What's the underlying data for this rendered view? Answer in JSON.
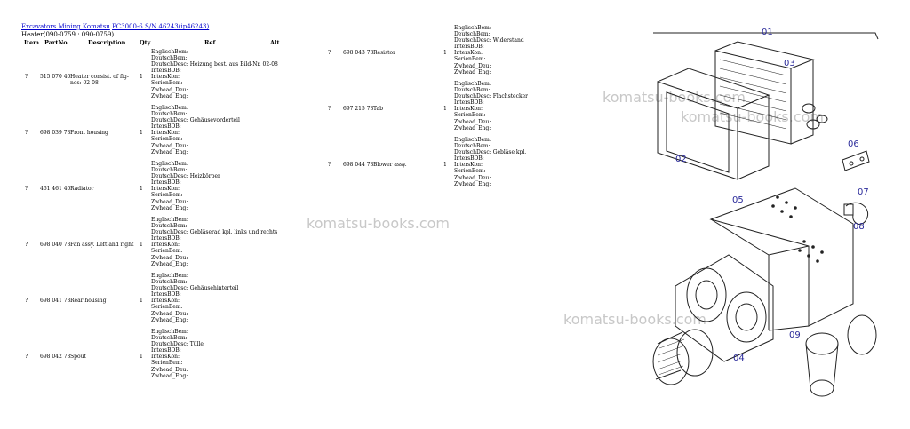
{
  "breadcrumb": {
    "part1": "Excavators Mining Komatsu",
    "part2": "PC3000-6 S/N 46243(ip46243)"
  },
  "subtitle": "Heater(090-0759 : 090-0759)",
  "headers": {
    "item": "Item",
    "partno": "PartNo",
    "description": "Description",
    "qty": "Qty",
    "ref": "Ref",
    "alt": "Alt"
  },
  "ref_labels": {
    "englisch": "EnglischBem:",
    "deutsch": "DeutschBem:",
    "desc": "DeutschDesc:",
    "intersbdb": "IntersBDB:",
    "interskon": "IntersKon:",
    "serien": "SerienBem:",
    "zdeu": "Zwhead_Deu:",
    "zeng": "Zwhead_Eng:"
  },
  "left_rows": [
    {
      "item": "?",
      "partno": "515 070 40",
      "description": "Heater consist. of fig-nos: 02-08",
      "qty": "1",
      "desc": "Heizung best. aus Bild-Nr. 02-08"
    },
    {
      "item": "?",
      "partno": "698 039 73",
      "description": "Front housing",
      "qty": "1",
      "desc": "Gehäusevorderteil"
    },
    {
      "item": "?",
      "partno": "461 461 40",
      "description": "Radiator",
      "qty": "1",
      "desc": "Heizkörper"
    },
    {
      "item": "?",
      "partno": "698 040 73",
      "description": "Fan assy. Left and right",
      "qty": "1",
      "desc": "Gebläserad kpl. links und rechts"
    },
    {
      "item": "?",
      "partno": "698 041 73",
      "description": "Rear housing",
      "qty": "1",
      "desc": "Gehäusehinterteil"
    },
    {
      "item": "?",
      "partno": "698 042 73",
      "description": "Spout",
      "qty": "1",
      "desc": "Tülle"
    }
  ],
  "right_rows": [
    {
      "item": "?",
      "partno": "698 043 73",
      "description": "Resistor",
      "qty": "1",
      "desc": "Widerstand"
    },
    {
      "item": "?",
      "partno": "697 215 73",
      "description": "Tab",
      "qty": "1",
      "desc": "Flachstecker"
    },
    {
      "item": "?",
      "partno": "698 044 73",
      "description": "Blower assy.",
      "qty": "1",
      "desc": "Gebläse kpl."
    }
  ],
  "watermark": "komatsu-books.com",
  "callouts": [
    "01",
    "02",
    "03",
    "04",
    "05",
    "06",
    "07",
    "08",
    "09"
  ],
  "colors": {
    "link": "#0000cc",
    "callout": "#2a2a9a",
    "watermark": "#c8c8c8"
  }
}
